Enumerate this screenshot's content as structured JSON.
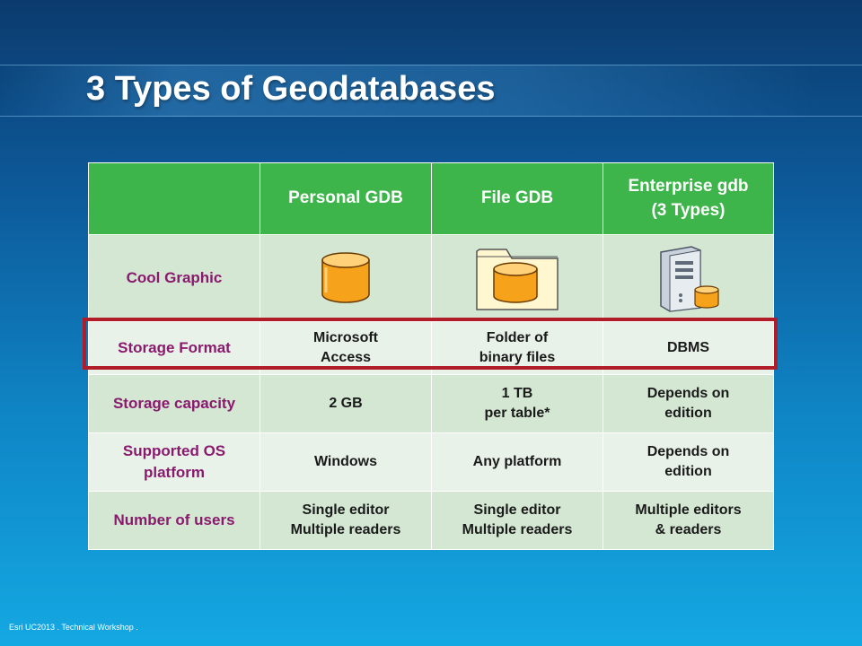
{
  "slide": {
    "title": "3 Types of Geodatabases",
    "footer": "Esri UC2013 . Technical Workshop ."
  },
  "table": {
    "headers": [
      "",
      "Personal GDB",
      "File GDB",
      "Enterprise gdb\n(3 Types)"
    ],
    "rows": [
      {
        "label": "Cool Graphic",
        "cells": [
          "",
          "",
          ""
        ]
      },
      {
        "label": "Storage Format",
        "cells": [
          "Microsoft\nAccess",
          "Folder of\nbinary files",
          "DBMS"
        ]
      },
      {
        "label": "Storage capacity",
        "cells": [
          "2 GB",
          "1 TB\nper table*",
          "Depends on\nedition"
        ]
      },
      {
        "label": "Supported OS\nplatform",
        "cells": [
          "Windows",
          "Any platform",
          "Depends on\nedition"
        ]
      },
      {
        "label": "Number of users",
        "cells": [
          "Single editor\nMultiple readers",
          "Single editor\nMultiple readers",
          "Multiple editors\n& readers"
        ]
      }
    ]
  },
  "icons": {
    "personal": "database-cylinder-icon",
    "file": "folder-database-icon",
    "enterprise": "server-database-icon"
  },
  "colors": {
    "header_green": "#3db54a",
    "row_light": "#e9f2e9",
    "row_mid": "#d3e7d3",
    "label_purple": "#8a1a6e",
    "highlight_red": "#b01c28",
    "cylinder_orange": "#f6a31b"
  }
}
